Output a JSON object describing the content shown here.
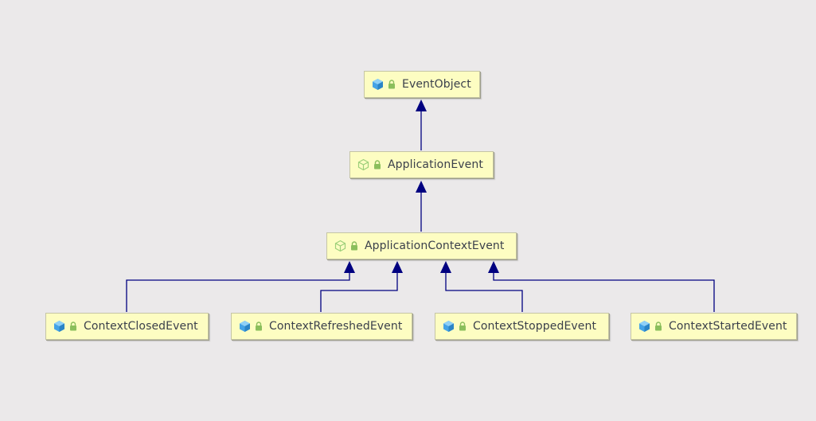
{
  "diagram": {
    "background": "#ebe9ea",
    "edge_color": "#000080",
    "node_fill": "#fdfdc2",
    "nodes": [
      {
        "id": "event-object",
        "label": "EventObject",
        "icon": "class-icon",
        "abstract": false
      },
      {
        "id": "application-event",
        "label": "ApplicationEvent",
        "icon": "abstract-class-icon",
        "abstract": true
      },
      {
        "id": "application-context-event",
        "label": "ApplicationContextEvent",
        "icon": "abstract-class-icon",
        "abstract": true
      },
      {
        "id": "context-closed-event",
        "label": "ContextClosedEvent",
        "icon": "class-icon",
        "abstract": false
      },
      {
        "id": "context-refreshed-event",
        "label": "ContextRefreshedEvent",
        "icon": "class-icon",
        "abstract": false
      },
      {
        "id": "context-stopped-event",
        "label": "ContextStoppedEvent",
        "icon": "class-icon",
        "abstract": false
      },
      {
        "id": "context-started-event",
        "label": "ContextStartedEvent",
        "icon": "class-icon",
        "abstract": false
      }
    ],
    "edges": [
      {
        "from": "application-event",
        "to": "event-object",
        "type": "extends"
      },
      {
        "from": "application-context-event",
        "to": "application-event",
        "type": "extends"
      },
      {
        "from": "context-closed-event",
        "to": "application-context-event",
        "type": "extends"
      },
      {
        "from": "context-refreshed-event",
        "to": "application-context-event",
        "type": "extends"
      },
      {
        "from": "context-stopped-event",
        "to": "application-context-event",
        "type": "extends"
      },
      {
        "from": "context-started-event",
        "to": "application-context-event",
        "type": "extends"
      }
    ]
  }
}
